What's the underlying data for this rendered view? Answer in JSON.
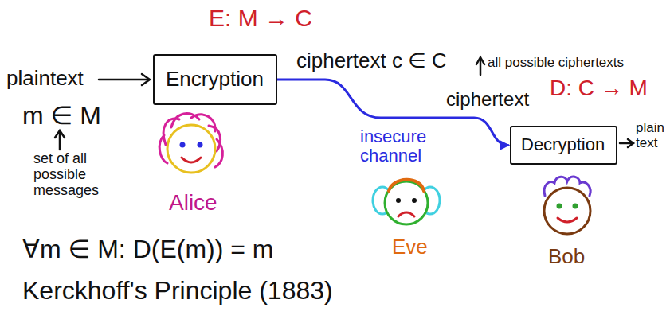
{
  "diagram": {
    "nodes": [
      {
        "text": [
          "Encryption"
        ]
      },
      {
        "text": [
          "Decryption"
        ]
      }
    ],
    "edges": [
      {
        "from": 0,
        "to": 1,
        "arrow": "to"
      }
    ],
    "labels": [
      "E: M → C",
      "plaintext",
      "m ∈ M",
      "set of all possible messages",
      "Alice",
      "ciphertext c ∈ C",
      "all possible ciphertexts",
      "insecure channel",
      "Eve",
      "ciphertext",
      "D: C → M",
      "plain text",
      "Bob",
      "∀m ∈ M: D(E(m)) = m",
      "Kerckhoff's Principle (1883)"
    ]
  }
}
